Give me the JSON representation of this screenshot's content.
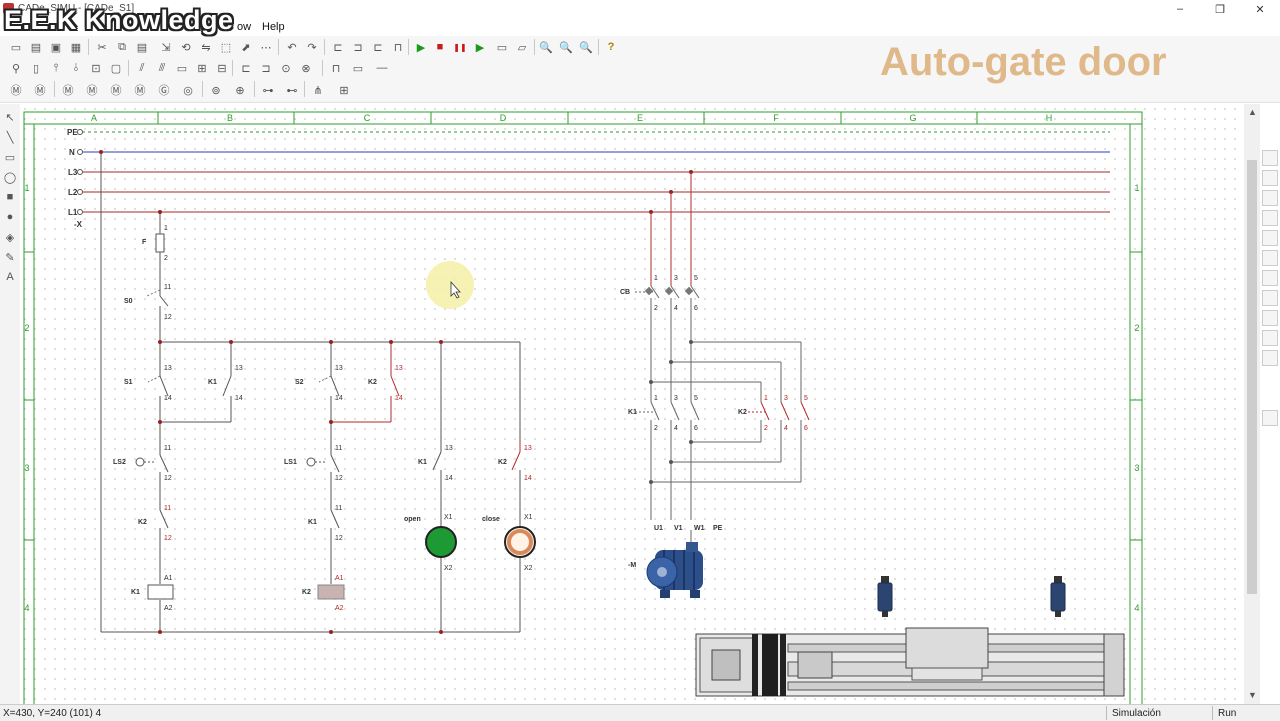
{
  "window": {
    "title": "CADe_SIMU - [CADe_S1]",
    "minimize": "–",
    "maximize": "❐",
    "close": "✕"
  },
  "watermark": "E.E.K Knowledge",
  "overlay_title": "Auto-gate door",
  "menu": {
    "window_partial": "ow",
    "help": "Help"
  },
  "toolbar": {
    "play": "▶",
    "stop": "■",
    "pause": "❚❚",
    "step": "▶",
    "zoom_in": "🔍",
    "zoom_out": "🔍",
    "zoom_fit": "🔍",
    "help_icon": "?"
  },
  "schematic": {
    "columns": [
      "A",
      "B",
      "C",
      "D",
      "E",
      "F",
      "G",
      "H"
    ],
    "rows": [
      "1",
      "2",
      "3",
      "4"
    ],
    "rails": [
      "PE",
      "N",
      "L3",
      "L2",
      "L1"
    ],
    "rail_tag": "-X",
    "control": {
      "fuse": {
        "name": "F",
        "t1": "1",
        "t2": "2"
      },
      "s0": {
        "name": "S0",
        "t1": "11",
        "t2": "12"
      },
      "s1": {
        "name": "S1",
        "t1": "13",
        "t2": "14"
      },
      "k1_hold": {
        "name": "K1",
        "t1": "13",
        "t2": "14"
      },
      "s2": {
        "name": "S2",
        "t1": "13",
        "t2": "14"
      },
      "k2_hold": {
        "name": "K2",
        "t1": "13",
        "t2": "14"
      },
      "ls2": {
        "name": "LS2",
        "t1": "11",
        "t2": "12"
      },
      "ls1": {
        "name": "LS1",
        "t1": "11",
        "t2": "12"
      },
      "k2_nc": {
        "name": "K2",
        "t1": "11",
        "t2": "12"
      },
      "k1_nc": {
        "name": "K1",
        "t1": "11",
        "t2": "12"
      },
      "coil_k1": {
        "name": "K1",
        "a1": "A1",
        "a2": "A2"
      },
      "coil_k2": {
        "name": "K2",
        "a1": "A1",
        "a2": "A2"
      },
      "k1_lamp_contact": {
        "name": "K1",
        "t1": "13",
        "t2": "14"
      },
      "k2_lamp_contact": {
        "name": "K2",
        "t1": "13",
        "t2": "14"
      },
      "lamp_open": {
        "label": "open",
        "x1": "X1",
        "x2": "X2",
        "color": "#1e9a35"
      },
      "lamp_close": {
        "label": "close",
        "x1": "X1",
        "x2": "X2",
        "color": "#fff3e8"
      }
    },
    "power": {
      "cb": {
        "name": "CB",
        "top": [
          "1",
          "3",
          "5"
        ],
        "bottom": [
          "2",
          "4",
          "6"
        ]
      },
      "k1": {
        "name": "K1",
        "top": [
          "1",
          "3",
          "5"
        ],
        "bottom": [
          "2",
          "4",
          "6"
        ]
      },
      "k2": {
        "name": "K2",
        "top": [
          "1",
          "3",
          "5"
        ],
        "bottom": [
          "2",
          "4",
          "6"
        ]
      },
      "motor": {
        "name": "-M",
        "terminals": [
          "U1",
          "V1",
          "W1",
          "PE"
        ]
      }
    }
  },
  "status": {
    "coords": "X=430, Y=240 (101) 4",
    "mode": "Simulación",
    "state": "Run"
  }
}
